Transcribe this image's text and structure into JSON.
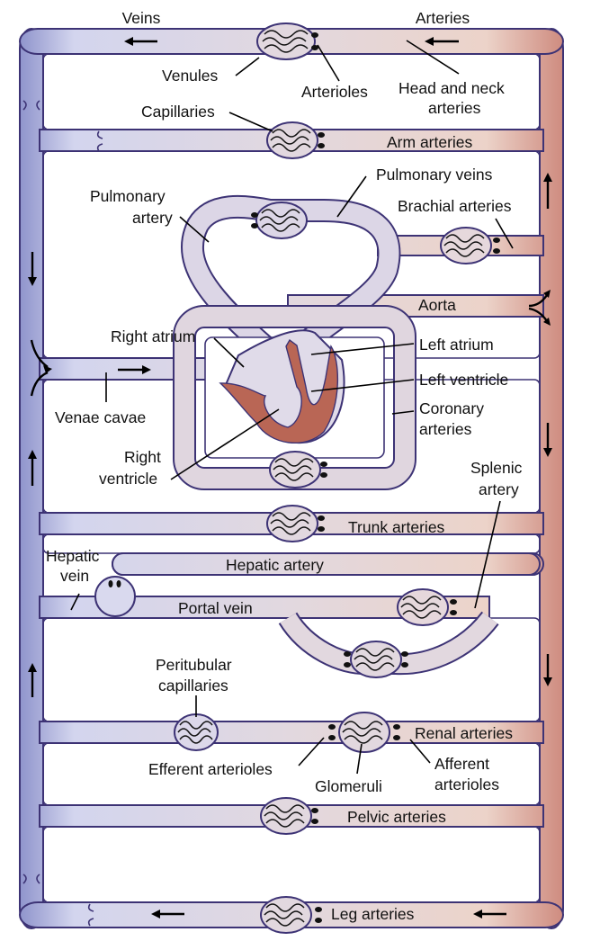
{
  "diagram": {
    "title": "Systemic and pulmonary circulation schematic",
    "side_labels": {
      "veins": "Veins",
      "arteries": "Arteries"
    },
    "colors": {
      "venous": "#8f94cc",
      "venous_light": "#d3d5ee",
      "mixed": "#e2d8df",
      "arterial_light": "#ecd3c9",
      "arterial": "#cf8c80",
      "heart_muscle": "#b96655",
      "outline": "#3d3375"
    },
    "labels": {
      "venules": "Venules",
      "arterioles": "Arterioles",
      "head_neck_1": "Head and neck",
      "head_neck_2": "arteries",
      "capillaries": "Capillaries",
      "arm_arteries": "Arm arteries",
      "pulmonary_veins": "Pulmonary veins",
      "pulmonary_artery_1": "Pulmonary",
      "pulmonary_artery_2": "artery",
      "brachial_arteries": "Brachial arteries",
      "aorta": "Aorta",
      "right_atrium": "Right atrium",
      "left_atrium": "Left atrium",
      "left_ventricle": "Left ventricle",
      "venae_cavae": "Venae cavae",
      "coronary_1": "Coronary",
      "coronary_2": "arteries",
      "right_ventricle_1": "Right",
      "right_ventricle_2": "ventricle",
      "splenic_1": "Splenic",
      "splenic_2": "artery",
      "trunk_arteries": "Trunk arteries",
      "hepatic_vein_1": "Hepatic",
      "hepatic_vein_2": "vein",
      "hepatic_artery": "Hepatic artery",
      "portal_vein": "Portal vein",
      "peritubular_1": "Peritubular",
      "peritubular_2": "capillaries",
      "renal_arteries": "Renal arteries",
      "efferent_arterioles": "Efferent arterioles",
      "glomeruli": "Glomeruli",
      "afferent_1": "Afferent",
      "afferent_2": "arterioles",
      "pelvic_arteries": "Pelvic arteries",
      "leg_arteries": "Leg arteries"
    },
    "flow_arrows": [
      {
        "location": "top-left vein",
        "direction": "left"
      },
      {
        "location": "top-right artery",
        "direction": "left"
      },
      {
        "location": "right aorta upper",
        "direction": "up"
      },
      {
        "location": "right aorta lower",
        "direction": "down"
      },
      {
        "location": "right aorta bottom",
        "direction": "down"
      },
      {
        "location": "left vein upper",
        "direction": "down"
      },
      {
        "location": "left vein middle",
        "direction": "up"
      },
      {
        "location": "left vein lower",
        "direction": "up"
      },
      {
        "location": "venae cavae",
        "direction": "right"
      },
      {
        "location": "bottom-left vein",
        "direction": "left"
      },
      {
        "location": "bottom-right artery",
        "direction": "left"
      }
    ]
  }
}
